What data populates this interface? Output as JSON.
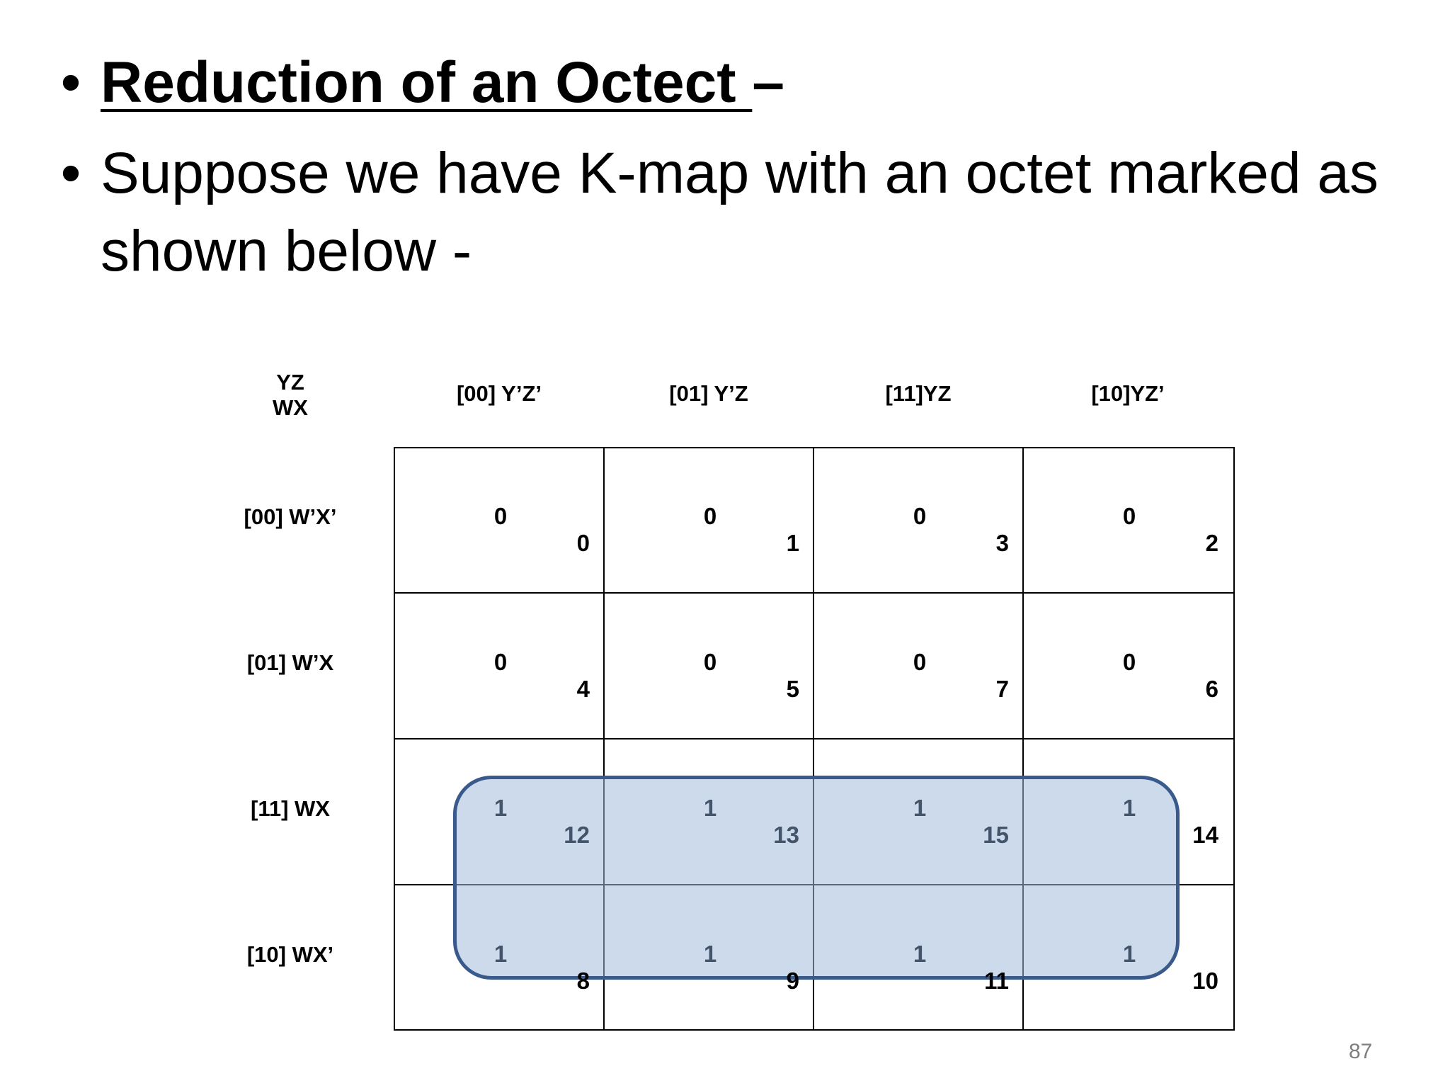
{
  "heading": {
    "bullet": "•",
    "title": "Reduction of an Octect ",
    "dash": "–"
  },
  "body": {
    "bullet": "•",
    "line1": "Suppose we have K-map with an octet marked as",
    "line2": "shown below -"
  },
  "kmap": {
    "corner_top": "YZ",
    "corner_bottom": "WX",
    "col_headers": [
      "[00] Y’Z’",
      "[01] Y’Z",
      "[11]YZ",
      "[10]YZ’"
    ],
    "row_headers": [
      "[00] W’X’",
      "[01] W’X",
      "[11] WX",
      "[10] WX’"
    ],
    "rows": [
      {
        "values": [
          "0",
          "0",
          "0",
          "0"
        ],
        "indices": [
          "0",
          "1",
          "3",
          "2"
        ]
      },
      {
        "values": [
          "0",
          "0",
          "0",
          "0"
        ],
        "indices": [
          "4",
          "5",
          "7",
          "6"
        ]
      },
      {
        "values": [
          "1",
          "1",
          "1",
          "1"
        ],
        "indices": [
          "12",
          "13",
          "15",
          "14"
        ]
      },
      {
        "values": [
          "1",
          "1",
          "1",
          "1"
        ],
        "indices": [
          "8",
          "9",
          "11",
          "10"
        ]
      }
    ],
    "octet_color": "#3a5a8c",
    "octet_fill": "#c6d5e8"
  },
  "page_number": "87"
}
